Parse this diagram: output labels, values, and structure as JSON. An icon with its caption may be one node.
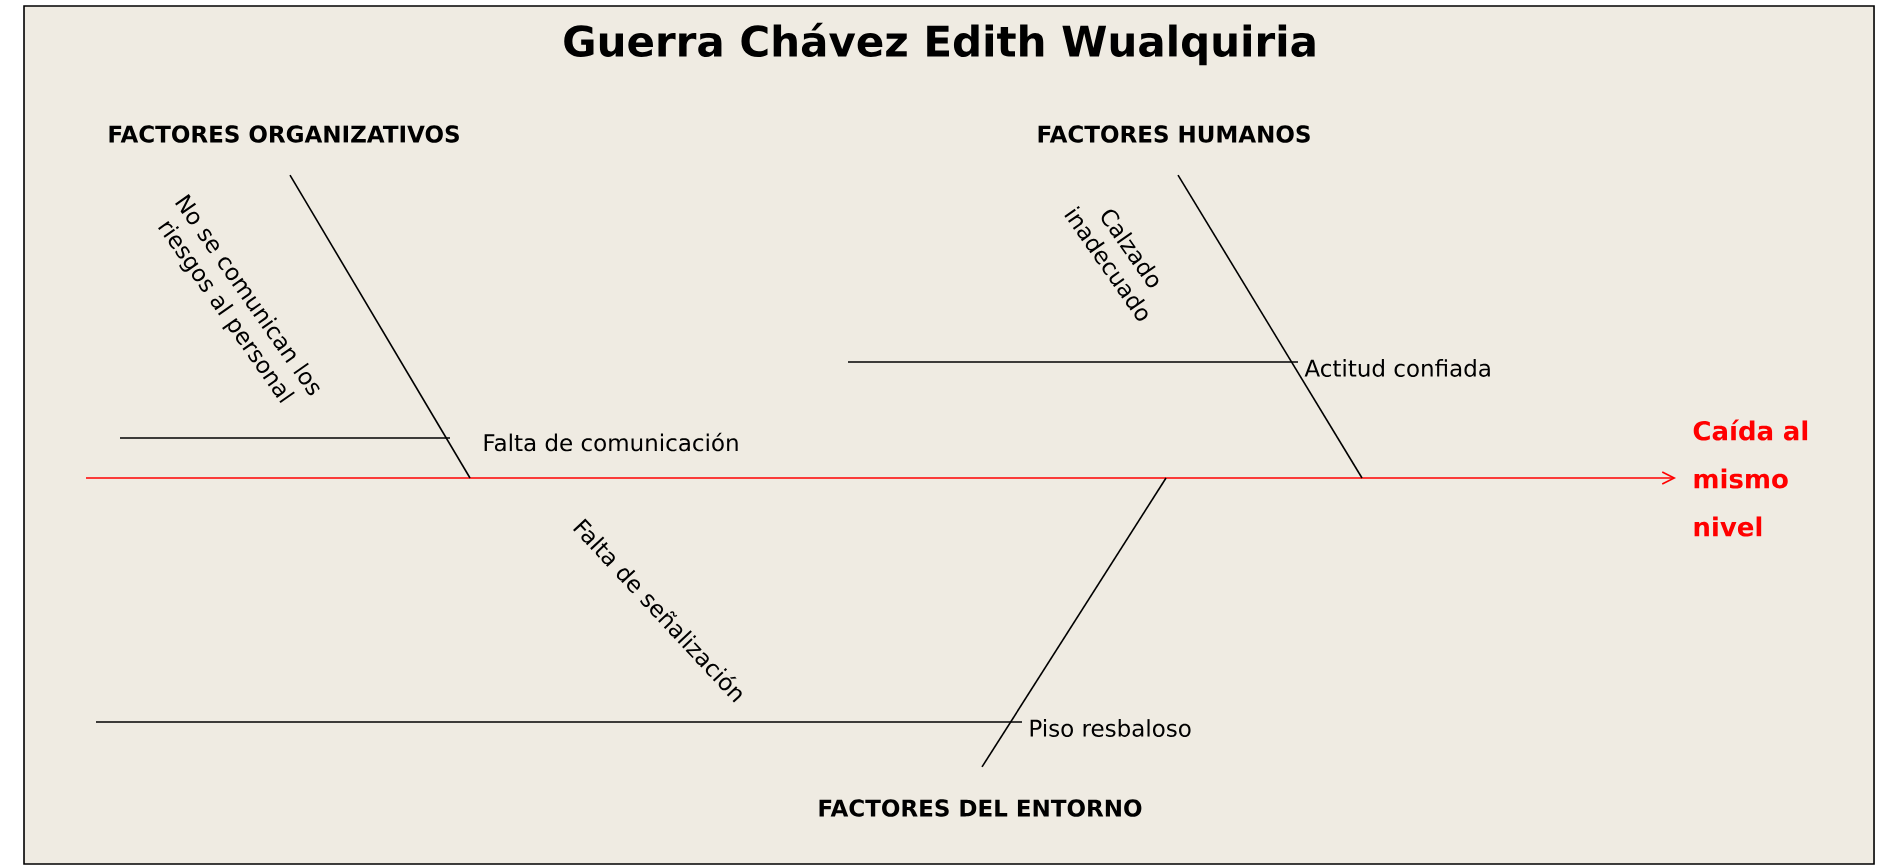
{
  "diagram": {
    "title": "Guerra Chávez Edith Wualquiria",
    "nodes": [
      {
        "text": [
          "FACTORES ORGANIZATIVOS"
        ]
      },
      {
        "text": [
          "FACTORES HUMANOS"
        ]
      },
      {
        "text": [
          "Actitud confiada"
        ]
      },
      {
        "text": [
          "Falta de comunicación"
        ]
      },
      {
        "text": [
          "Caída al mismo nivel"
        ]
      },
      {
        "text": [
          "Piso resbaloso"
        ]
      },
      {
        "text": [
          "FACTORES DEL ENTORNO"
        ]
      }
    ],
    "edges": [
      {
        "from": null,
        "to": 4,
        "arrow": "to",
        "color": "#ff0000"
      },
      {
        "from": 0,
        "to": 3,
        "arrow": "none"
      },
      {
        "from": null,
        "to": 3,
        "arrow": "none"
      },
      {
        "from": 1,
        "to": null,
        "arrow": "none"
      },
      {
        "from": null,
        "to": 2,
        "arrow": "none"
      },
      {
        "from": 6,
        "to": null,
        "arrow": "none"
      },
      {
        "from": null,
        "to": 5,
        "arrow": "none"
      }
    ],
    "labels": [
      "No se comunican los riesgos al personal",
      "Calzado inadecuado",
      "Falta de señalización"
    ]
  }
}
